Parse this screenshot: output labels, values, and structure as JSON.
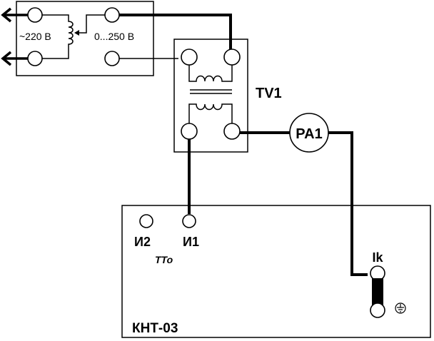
{
  "autotransformer": {
    "input_label": "~220 В",
    "output_label": "0...250 В"
  },
  "transformer": {
    "label": "TV1"
  },
  "ammeter": {
    "label": "PA1"
  },
  "device": {
    "name": "КНТ-03",
    "terminal_i2": "И2",
    "terminal_i1": "И1",
    "terminal_tto": "TTo",
    "terminal_ik": "Ik",
    "ground_symbol": "⏚"
  }
}
